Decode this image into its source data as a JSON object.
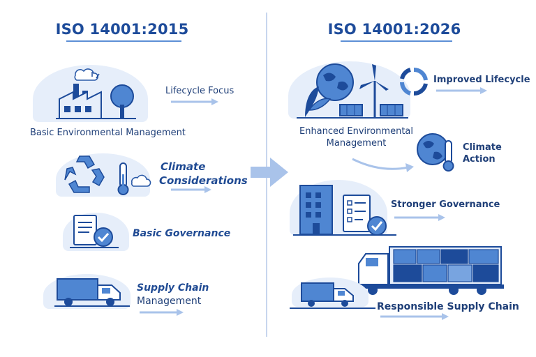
{
  "left": {
    "title": "ISO 14001:2015",
    "items": [
      {
        "label": "Lifecycle Focus"
      },
      {
        "label": "Basic Environmental Management"
      },
      {
        "label_line1": "Climate",
        "label_line2": "Considerations"
      },
      {
        "label": "Basic Governance"
      },
      {
        "label_line1": "Supply Chain",
        "label_line2": "Management"
      }
    ]
  },
  "right": {
    "title": "ISO 14001:2026",
    "items": [
      {
        "label": "Improved Lifecycle"
      },
      {
        "label_line1": "Enhanced Environmental",
        "label_line2": "Management"
      },
      {
        "label_line1": "Climate",
        "label_line2": "Action"
      },
      {
        "label": "Stronger Governance"
      },
      {
        "label": "Responsible Supply Chain"
      }
    ]
  },
  "colors": {
    "primary": "#1d4b9a",
    "accent": "#4f86d2",
    "light": "#e6eefa",
    "arrow": "#a9c3ea"
  }
}
